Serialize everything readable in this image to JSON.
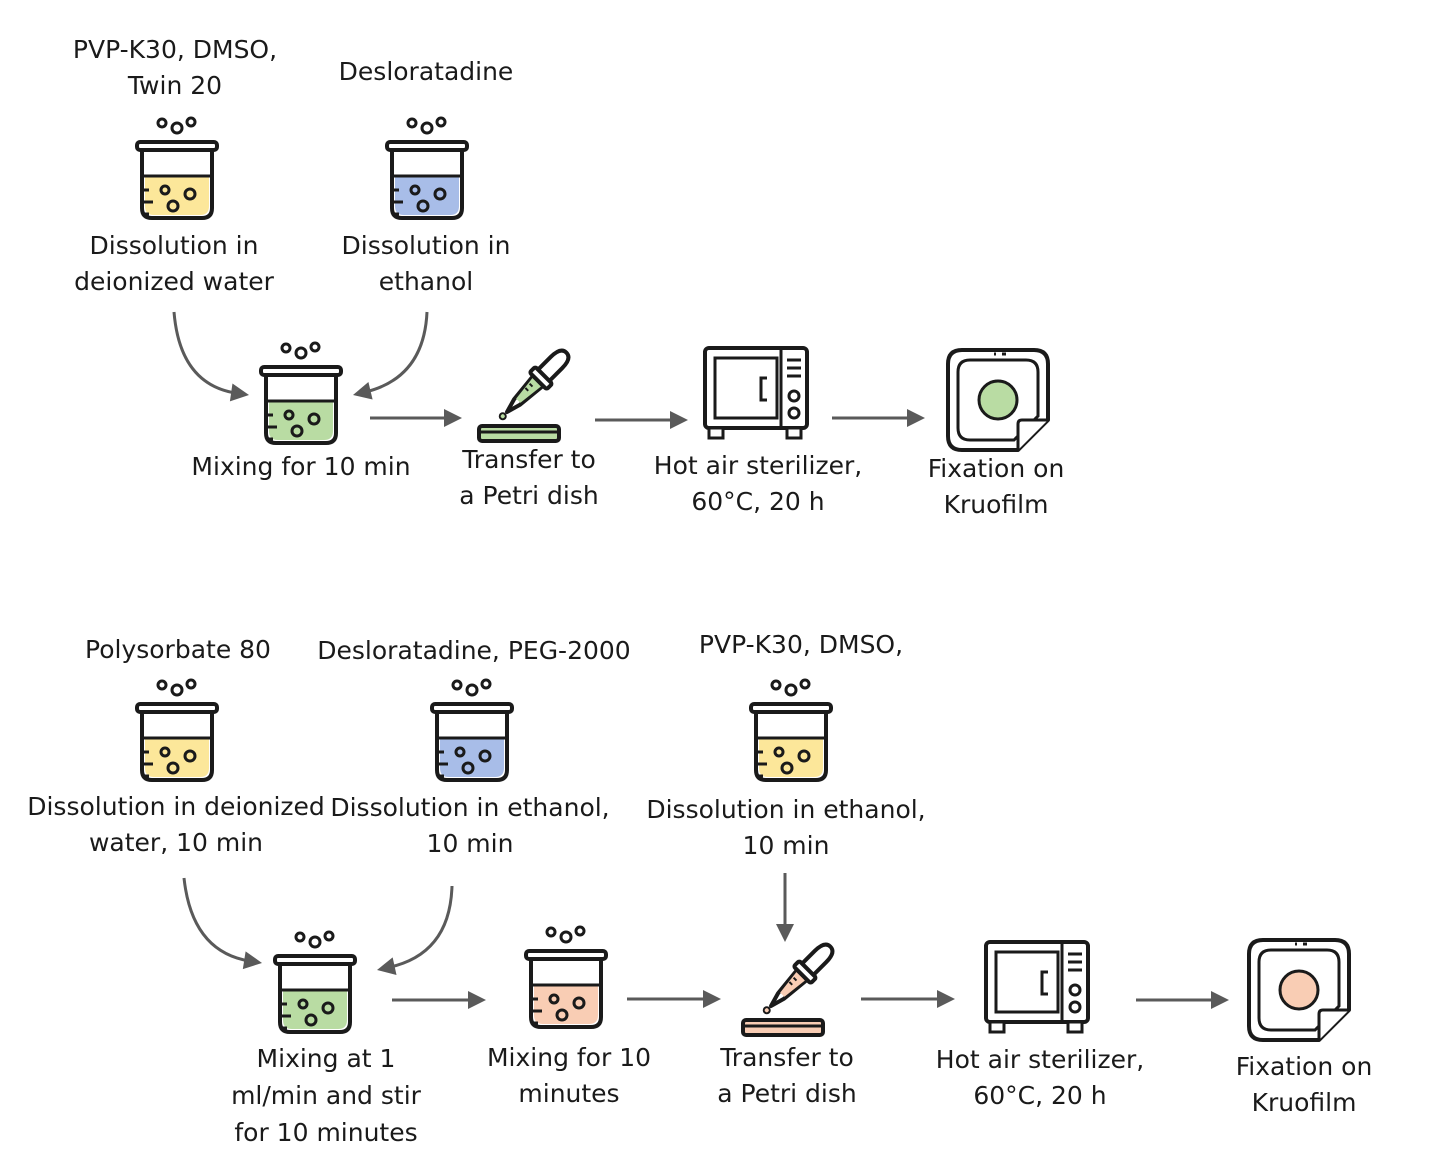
{
  "colors": {
    "outline": "#1a1a1a",
    "arrow": "#5a5a5a",
    "yellow": "#fce79a",
    "blue": "#a8bde8",
    "green": "#b9dca3",
    "peach": "#f9cdb4",
    "glass": "#ffffff"
  },
  "icons": {
    "beaker": "beaker-icon",
    "dropper": "dropper-icon",
    "petri_dish": "petri-dish-icon",
    "oven": "oven-icon",
    "film": "film-icon",
    "arrow": "arrow-icon"
  },
  "top": {
    "ingredient_a": [
      "PVP-K30, DMSO,",
      "Twin 20"
    ],
    "ingredient_b": "Desloratadine",
    "dissolve_a": [
      "Dissolution in",
      "deionized water"
    ],
    "dissolve_b": [
      "Dissolution in",
      "ethanol"
    ],
    "mix": "Mixing for 10 min",
    "transfer": [
      "Transfer to",
      "a Petri dish"
    ],
    "sterilize": [
      "Hot air sterilizer,",
      "60°C, 20 h"
    ],
    "fixation": [
      "Fixation on",
      "Kruofilm"
    ]
  },
  "bottom": {
    "ingredient_a": "Polysorbate 80",
    "ingredient_b": "Desloratadine, PEG-2000",
    "ingredient_c": "PVP-K30, DMSO,",
    "dissolve_a": [
      "Dissolution in deionized",
      "water, 10 min"
    ],
    "dissolve_b": [
      "Dissolution in ethanol,",
      "10 min"
    ],
    "dissolve_c": [
      "Dissolution in ethanol,",
      "10 min"
    ],
    "mix1": [
      "Mixing at 1",
      "ml/min and stir",
      "for 10 minutes"
    ],
    "mix2": [
      "Mixing for 10",
      "minutes"
    ],
    "transfer": [
      "Transfer to",
      "a Petri dish"
    ],
    "sterilize": [
      "Hot air sterilizer,",
      "60°C, 20 h"
    ],
    "fixation": [
      "Fixation on",
      "Kruofilm"
    ]
  }
}
